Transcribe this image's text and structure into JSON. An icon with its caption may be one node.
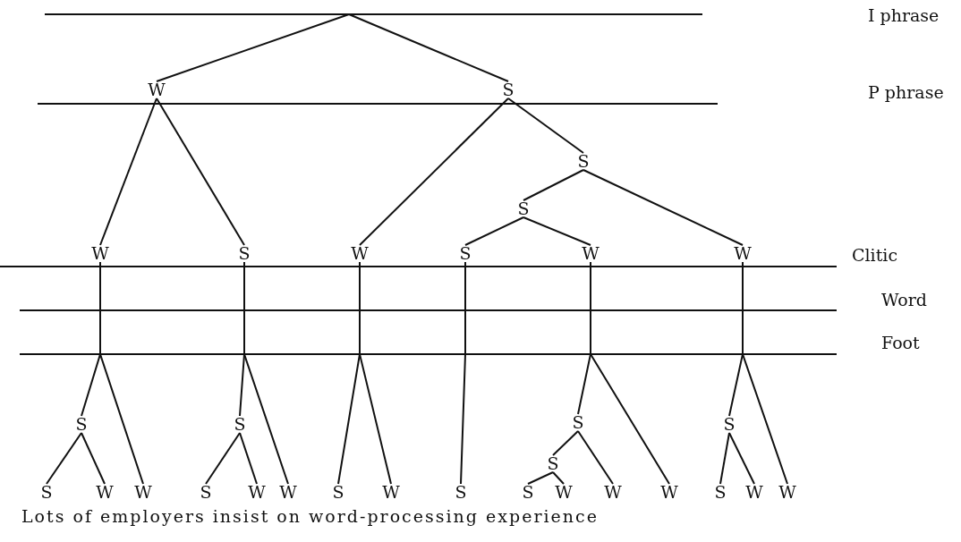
{
  "diagram": {
    "nodes": [
      {
        "text": [
          "W"
        ]
      },
      {
        "text": [
          "S"
        ]
      },
      {
        "text": [
          "S"
        ]
      },
      {
        "text": [
          "S"
        ]
      },
      {
        "text": [
          "W"
        ]
      },
      {
        "text": [
          "S"
        ]
      },
      {
        "text": [
          "W"
        ]
      },
      {
        "text": [
          "S"
        ]
      },
      {
        "text": [
          "W"
        ]
      },
      {
        "text": [
          "W"
        ]
      },
      {
        "text": [
          "S"
        ]
      },
      {
        "text": [
          "S"
        ]
      },
      {
        "text": [
          "S"
        ]
      },
      {
        "text": [
          "S"
        ]
      },
      {
        "text": [
          "S"
        ]
      },
      {
        "text": [
          "S"
        ]
      },
      {
        "text": [
          "W"
        ]
      },
      {
        "text": [
          "W"
        ]
      },
      {
        "text": [
          "S"
        ]
      },
      {
        "text": [
          "W"
        ]
      },
      {
        "text": [
          "W"
        ]
      },
      {
        "text": [
          "S"
        ]
      },
      {
        "text": [
          "W"
        ]
      },
      {
        "text": [
          "S"
        ]
      },
      {
        "text": [
          "S"
        ]
      },
      {
        "text": [
          "W"
        ]
      },
      {
        "text": [
          "W"
        ]
      },
      {
        "text": [
          "W"
        ]
      },
      {
        "text": [
          "S"
        ]
      },
      {
        "text": [
          "W"
        ]
      },
      {
        "text": [
          "W"
        ]
      }
    ],
    "edges": [
      {
        "from": null,
        "to": 0,
        "arrow": "none"
      },
      {
        "from": null,
        "to": 1,
        "arrow": "none"
      },
      {
        "from": 0,
        "to": 4,
        "arrow": "none"
      },
      {
        "from": 0,
        "to": 5,
        "arrow": "none"
      },
      {
        "from": 1,
        "to": 6,
        "arrow": "none"
      },
      {
        "from": 1,
        "to": 2,
        "arrow": "none"
      },
      {
        "from": 2,
        "to": 3,
        "arrow": "none"
      },
      {
        "from": 2,
        "to": 9,
        "arrow": "none"
      },
      {
        "from": 3,
        "to": 7,
        "arrow": "none"
      },
      {
        "from": 3,
        "to": 8,
        "arrow": "none"
      },
      {
        "from": 4,
        "to": 10,
        "arrow": "none"
      },
      {
        "from": 4,
        "to": 17,
        "arrow": "none"
      },
      {
        "from": 10,
        "to": 15,
        "arrow": "none"
      },
      {
        "from": 10,
        "to": 16,
        "arrow": "none"
      },
      {
        "from": 5,
        "to": 11,
        "arrow": "none"
      },
      {
        "from": 5,
        "to": 20,
        "arrow": "none"
      },
      {
        "from": 11,
        "to": 18,
        "arrow": "none"
      },
      {
        "from": 11,
        "to": 19,
        "arrow": "none"
      },
      {
        "from": 6,
        "to": 21,
        "arrow": "none"
      },
      {
        "from": 6,
        "to": 22,
        "arrow": "none"
      },
      {
        "from": 7,
        "to": 23,
        "arrow": "none"
      },
      {
        "from": 8,
        "to": 12,
        "arrow": "none"
      },
      {
        "from": 8,
        "to": 27,
        "arrow": "none"
      },
      {
        "from": 12,
        "to": 14,
        "arrow": "none"
      },
      {
        "from": 12,
        "to": 26,
        "arrow": "none"
      },
      {
        "from": 14,
        "to": 24,
        "arrow": "none"
      },
      {
        "from": 14,
        "to": 25,
        "arrow": "none"
      },
      {
        "from": 9,
        "to": 13,
        "arrow": "none"
      },
      {
        "from": 9,
        "to": 30,
        "arrow": "none"
      },
      {
        "from": 13,
        "to": 28,
        "arrow": "none"
      },
      {
        "from": 13,
        "to": 29,
        "arrow": "none"
      }
    ],
    "labels": [
      "I phrase",
      "P phrase",
      "Clitic",
      "Word",
      "Foot",
      "Lots of employers insist on word-processing experience"
    ]
  }
}
